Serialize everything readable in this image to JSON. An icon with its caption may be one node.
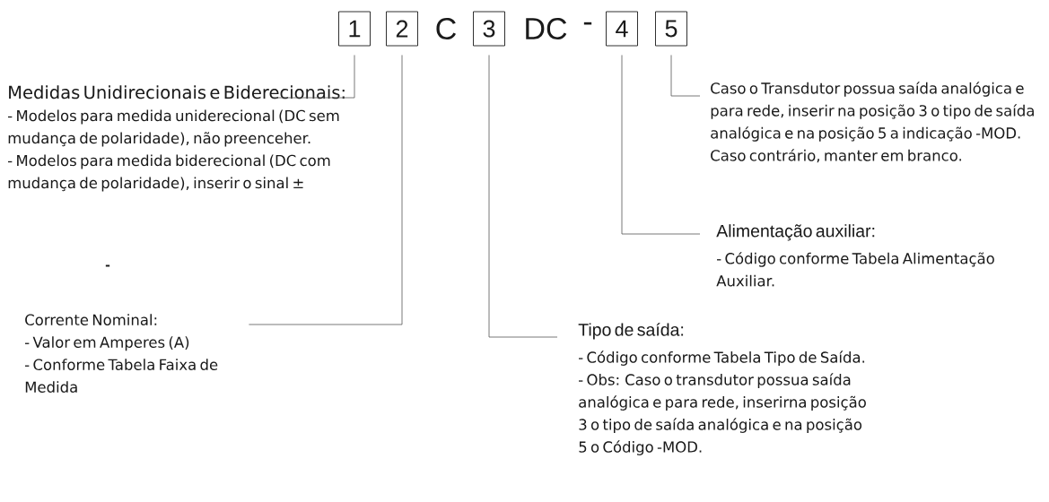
{
  "diagram": {
    "nodes": [
      {
        "text": [
          "1"
        ]
      },
      {
        "text": [
          "2"
        ]
      },
      {
        "text": [
          "3"
        ]
      },
      {
        "text": [
          "4"
        ]
      },
      {
        "text": [
          "5"
        ]
      },
      {
        "text": [
          "Medidas Unidirecionais e Biderecionais:",
          "- Modelos para medida uniderecional (DC sem mudança de polaridade), não preenceher.",
          "- Modelos para medida biderecional (DC com mudança de polaridade), inserir o sinal ±"
        ]
      },
      {
        "text": [
          "Caso o Transdutor possua saída analógica e para rede, inserir na posição 3 o tipo de saída analógica e na posição 5 a indicação -MOD. Caso contrário, manter em branco."
        ]
      },
      {
        "text": [
          "Alimentação auxiliar:",
          "- Código conforme Tabela Alimentação Auxiliar."
        ]
      },
      {
        "text": [
          "Corrente Nominal:",
          "- Valor em Amperes (A)",
          "- Conforme Tabela Faixa de Medida"
        ]
      },
      {
        "text": [
          "Tipo de saída:",
          "- Código conforme Tabela Tipo de Saída.",
          "- Obs: Caso o transdutor possua saída analógica e para rede, inserirna posição 3 o tipo de saída analógica e na posição 5 o Código -MOD."
        ]
      }
    ],
    "edges": [
      {
        "from": 5,
        "to": 0,
        "arrow": "none"
      },
      {
        "from": 8,
        "to": 1,
        "arrow": "none"
      },
      {
        "from": 9,
        "to": 2,
        "arrow": "none"
      },
      {
        "from": 7,
        "to": 3,
        "arrow": "none"
      },
      {
        "from": 6,
        "to": 4,
        "arrow": "none"
      }
    ],
    "labels": [
      "C",
      "DC",
      "-",
      "-"
    ]
  }
}
